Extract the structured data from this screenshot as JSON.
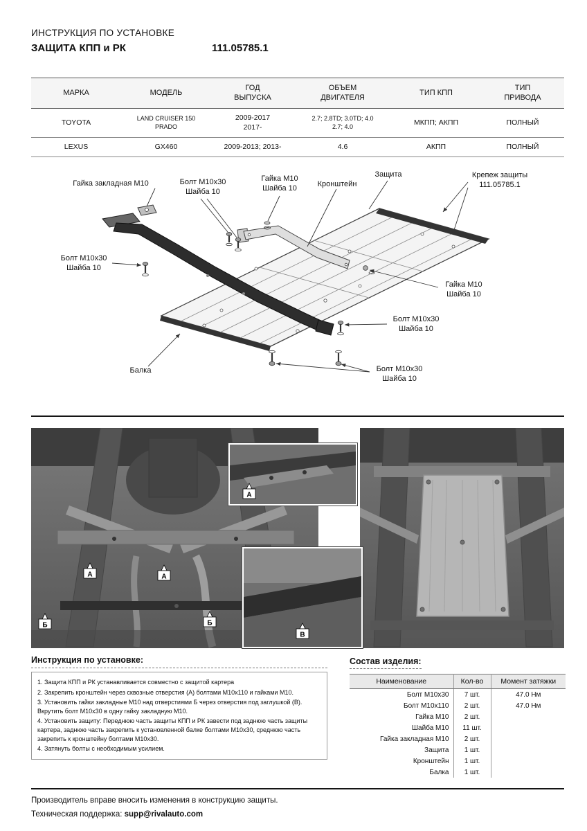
{
  "header": {
    "line1": "ИНСТРУКЦИЯ ПО УСТАНОВКЕ",
    "line2": "ЗАЩИТА КПП и РК",
    "part_number": "111.05785.1"
  },
  "fitment_table": {
    "headers": [
      "МАРКА",
      "МОДЕЛЬ",
      "ГОД\nВЫПУСКА",
      "ОБЪЕМ\nДВИГАТЕЛЯ",
      "ТИП КПП",
      "ТИП\nПРИВОДА"
    ],
    "rows": [
      {
        "brand": "TOYOTA",
        "model": "LAND CRUISER 150\nPRADO",
        "years": "2009-2017\n2017-",
        "engine": "2.7; 2.8TD; 3.0TD; 4.0\n2.7; 4.0",
        "gearbox": "МКПП; АКПП",
        "drive": "ПОЛНЫЙ"
      },
      {
        "brand": "LEXUS",
        "model": "GX460",
        "years": "2009-2013; 2013-",
        "engine": "4.6",
        "gearbox": "АКПП",
        "drive": "ПОЛНЫЙ"
      }
    ]
  },
  "diagram": {
    "labels": [
      {
        "text": "Гайка закладная М10"
      },
      {
        "text": "Болт М10х30\nШайба 10"
      },
      {
        "text": "Гайка М10\nШайба 10"
      },
      {
        "text": "Кронштейн"
      },
      {
        "text": "Защита"
      },
      {
        "text": "Крепеж защиты\n111.05785.1"
      },
      {
        "text": "Болт М10х30\nШайба 10"
      },
      {
        "text": "Гайка М10\nШайба 10"
      },
      {
        "text": "Болт М10х30\nШайба 10"
      },
      {
        "text": "Балка"
      },
      {
        "text": "Болт М10х30\nШайба 10"
      }
    ]
  },
  "photos": {
    "callouts": {
      "a": "А",
      "b": "Б",
      "v": "В"
    }
  },
  "instructions": {
    "title": "Инструкция по установке:",
    "steps": [
      "1. Защита КПП и РК устанавливается совместно с защитой картера",
      "2. Закрепить кронштейн через сквозные отверстия (А) болтами М10х110 и гайками М10.",
      "3. Установить гайки закладные М10 над отверстиями Б через отверстия под заглушкой (В). Вкрутить болт М10х30 в одну гайку закладную М10.",
      "4. Установить защиту: Переднюю часть защиты КПП и РК завести под заднюю часть защиты картера, заднюю часть закрепить к установленной балке болтами М10х30, среднюю часть закрепить к кронштейну болтами М10х30.",
      "4. Затянуть болты с необходимым усилием."
    ]
  },
  "parts": {
    "title": "Состав изделия:",
    "headers": [
      "Наименование",
      "Кол-во",
      "Момент затяжки"
    ],
    "rows": [
      {
        "name": "Болт М10х30",
        "qty": "7 шт.",
        "torque": "47.0 Нм"
      },
      {
        "name": "Болт М10х110",
        "qty": "2 шт.",
        "torque": "47.0 Нм"
      },
      {
        "name": "Гайка М10",
        "qty": "2 шт.",
        "torque": ""
      },
      {
        "name": "Шайба М10",
        "qty": "11 шт.",
        "torque": ""
      },
      {
        "name": "Гайка закладная М10",
        "qty": "2 шт.",
        "torque": ""
      },
      {
        "name": "Защита",
        "qty": "1 шт.",
        "torque": ""
      },
      {
        "name": "Кронштейн",
        "qty": "1 шт.",
        "torque": ""
      },
      {
        "name": "Балка",
        "qty": "1 шт.",
        "torque": ""
      }
    ]
  },
  "footer": {
    "line1": "Производитель вправе вносить изменения в конструкцию защиты.",
    "support_label": "Техническая поддержка:",
    "support_email": "supp@rivalauto.com"
  }
}
